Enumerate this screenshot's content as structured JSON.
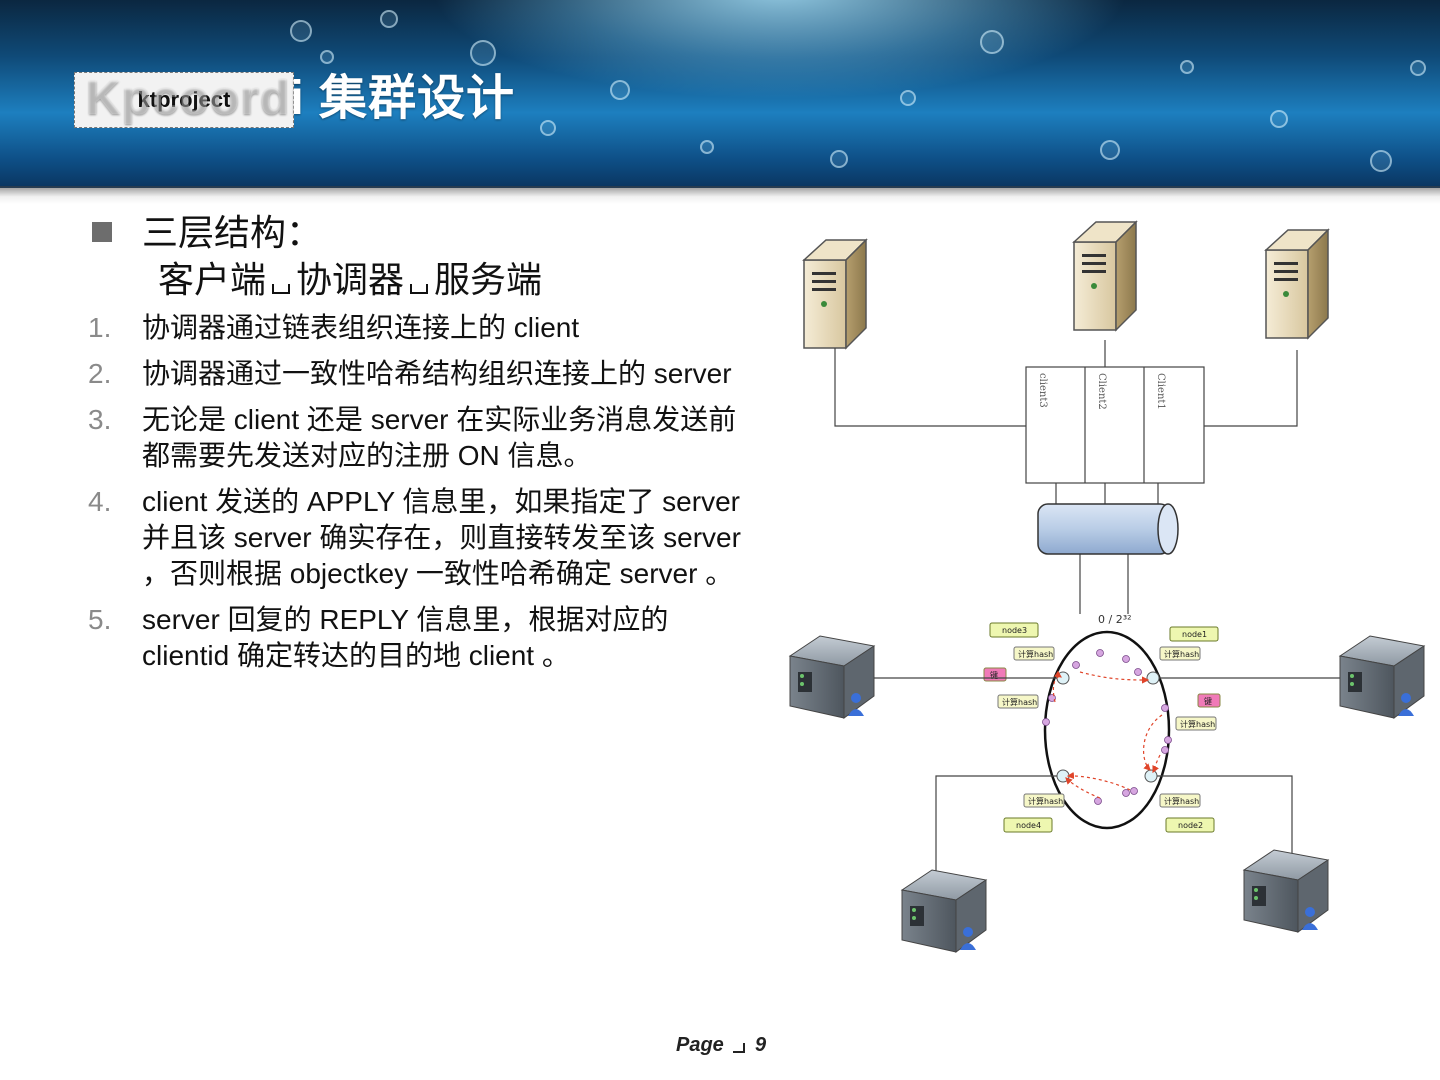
{
  "header": {
    "logo_text": "ktproject",
    "title_prefix": "Kpcoord",
    "title_main": "i 集群设计"
  },
  "content": {
    "heading": "三层结构：",
    "tiers": [
      "客户端",
      "协调器",
      "服务端"
    ],
    "items": [
      {
        "num": "1.",
        "text": "协调器通过链表组织连接上的 client"
      },
      {
        "num": "2.",
        "text": "协调器通过一致性哈希结构组织连接上的 server"
      },
      {
        "num": "3.",
        "text": "无论是 client 还是 server 在实际业务消息发送前都需要先发送对应的注册 ON 信息。"
      },
      {
        "num": "4.",
        "text": "client 发送的 APPLY 信息里，如果指定了 server 并且该 server 确实存在，则直接转发至该 server ，否则根据 objectkey 一致性哈希确定 server 。"
      },
      {
        "num": "5.",
        "text": "server 回复的 REPLY 信息里，根据对应的 clientid 确定转达的目的地 client 。"
      }
    ]
  },
  "diagram": {
    "client_labels": [
      "client3",
      "Client2",
      "Client1"
    ],
    "ring_label": "0 / 2³²",
    "nodes": [
      "node1",
      "node2",
      "node3",
      "node4"
    ],
    "hash_label": "计算hash",
    "key_label": "键",
    "icons": [
      "desktop-server-icon",
      "rack-server-user-icon",
      "pipe-cylinder-icon"
    ],
    "colors": {
      "pipe": "#b9cde6",
      "node_box": "#eef7b0",
      "key_box": "#f07ab8",
      "arrow": "#e0452a"
    }
  },
  "footer": {
    "page_label": "Page",
    "page_number": "9"
  }
}
